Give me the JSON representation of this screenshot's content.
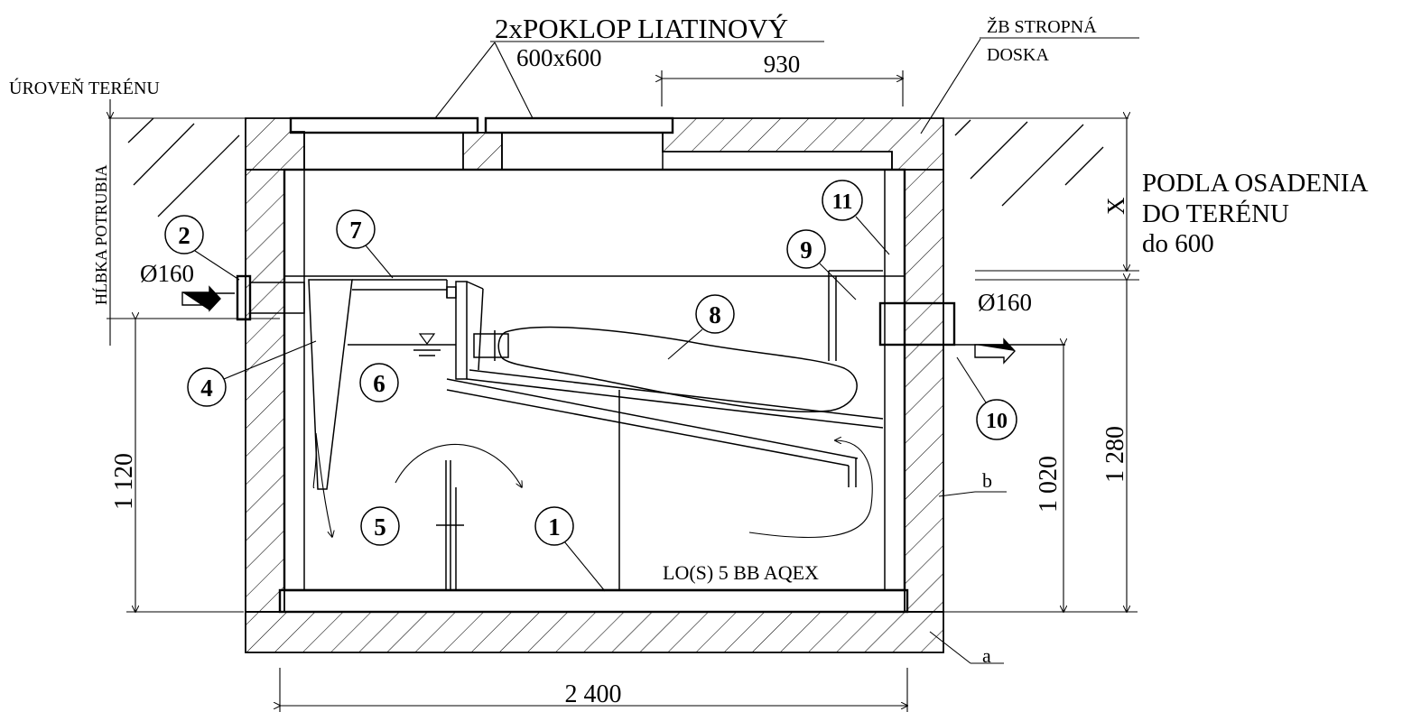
{
  "labels": {
    "cover": "2xPOKLOP LIATINOVÝ",
    "cover_size": "600x600",
    "dim_930": "930",
    "slab_line1": "ŽB STROPNÁ",
    "slab_line2": "DOSKA",
    "ground_level": "ÚROVEŇ TERÉNU",
    "pipe_depth": "HĹBKA POTRUBIA",
    "pipe_in": "Ø160",
    "pipe_out": "Ø160",
    "x_dim": "X",
    "depth_line1": "PODLA OSADENIA",
    "depth_line2": "DO TERÉNU",
    "depth_line3": "do 600",
    "dim_1120": "1 120",
    "dim_1020": "1 020",
    "dim_1280": "1 280",
    "dim_2400": "2 400",
    "product": "LO(S) 5 BB AQEX",
    "layer_a": "a",
    "layer_b": "b"
  },
  "callouts": [
    "1",
    "2",
    "4",
    "5",
    "6",
    "7",
    "8",
    "9",
    "10",
    "11"
  ]
}
